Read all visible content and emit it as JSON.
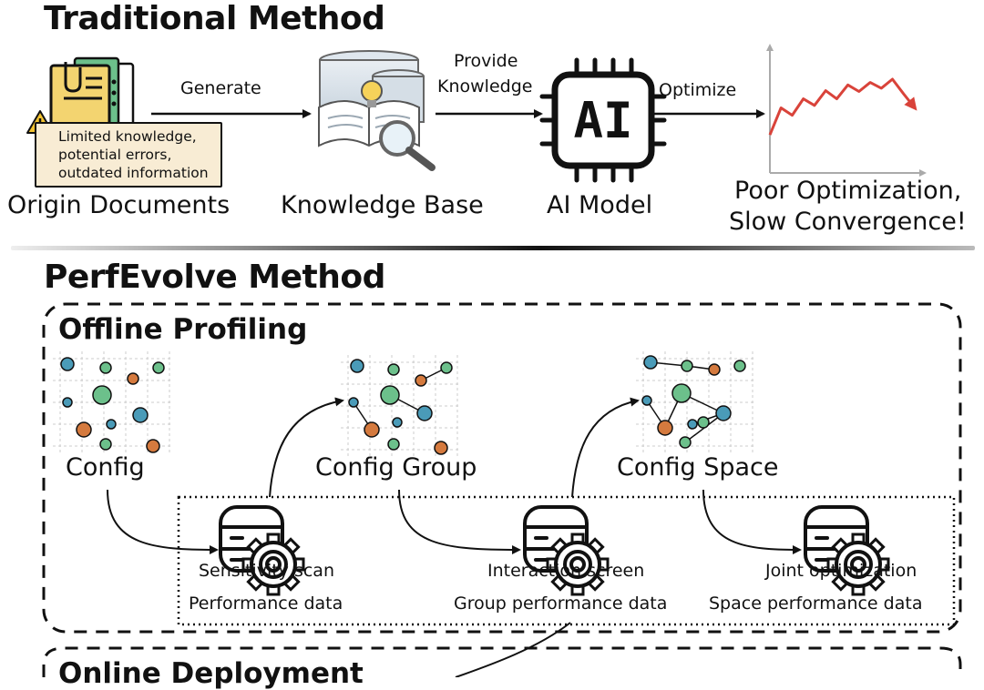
{
  "traditional": {
    "title": "Traditional Method",
    "origin_label": "Origin Documents",
    "kb_label": "Knowledge Base",
    "ai_label": "AI Model",
    "ai_chip_text": "AI",
    "edge_generate": "Generate",
    "edge_provide_1": "Provide",
    "edge_provide_2": "Knowledge",
    "edge_optimize": "Optimize",
    "warning_line_1": "Limited knowledge,",
    "warning_line_2": "potential errors,",
    "warning_line_3": "outdated information",
    "result_line_1": "Poor Optimization,",
    "result_line_2": "Slow Convergence!",
    "trend_values": [
      0.22,
      0.55,
      0.46,
      0.66,
      0.58,
      0.76,
      0.66,
      0.83,
      0.75,
      0.86,
      0.79,
      0.9,
      0.72,
      0.55
    ]
  },
  "perfevolve": {
    "title": "PerfEvolve Method",
    "offline_title": "Offline Profiling",
    "online_title": "Online Deployment",
    "config_label": "Config",
    "group_label": "Config Group",
    "space_label": "Config Space",
    "scan_label": "Sensitivity scan",
    "perf_label": "Performance data",
    "screen_label": "Interaction screen",
    "group_perf_label": "Group performance data",
    "joint_label": "Joint optimization",
    "space_perf_label": "Space performance data"
  },
  "colors": {
    "teal": "#4a9bb8",
    "green": "#6cc08b",
    "orange": "#d57a3e",
    "warning_bg": "#f8ecd4",
    "warning_icon": "#f2c230",
    "trend_red": "#d9433a",
    "kb_blue": "#b9ccd9"
  }
}
